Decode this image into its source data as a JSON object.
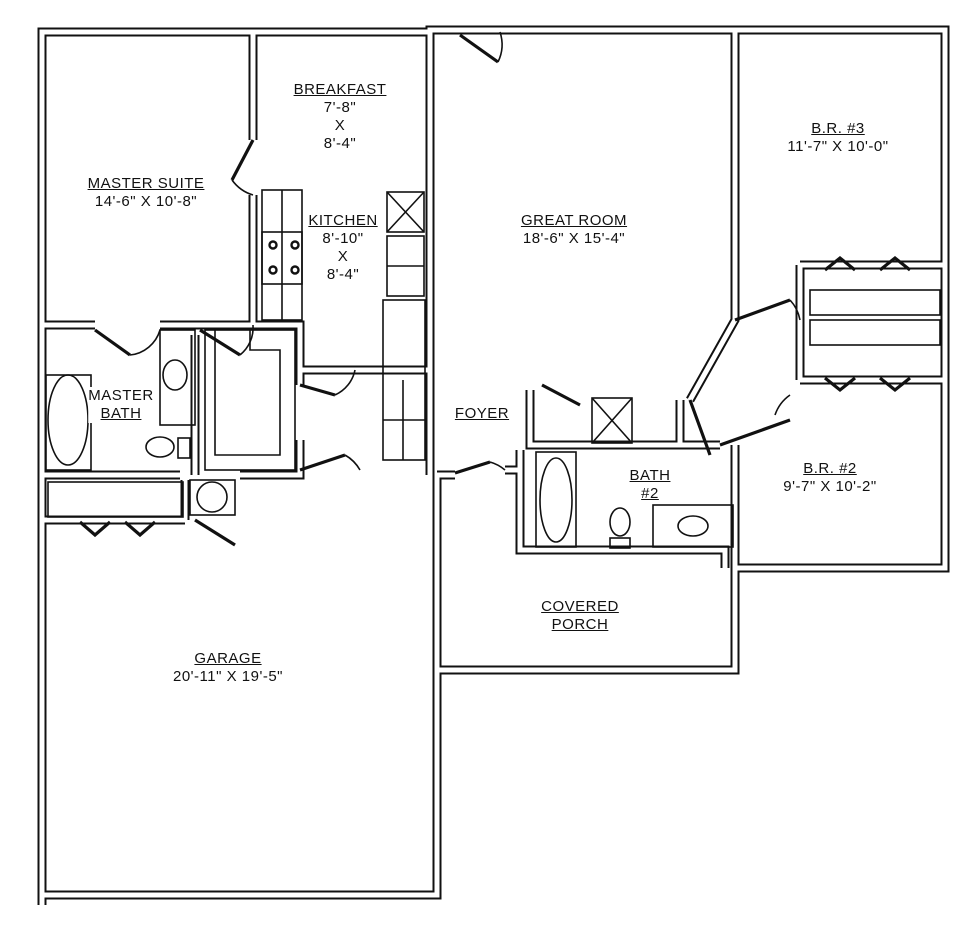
{
  "rooms": {
    "master_suite": {
      "name": "MASTER SUITE",
      "dims": "14'-6\" X 10'-8\""
    },
    "breakfast": {
      "name": "BREAKFAST",
      "dim1": "7'-8\"",
      "x": "X",
      "dim2": "8'-4\""
    },
    "kitchen": {
      "name": "KITCHEN",
      "dim1": "8'-10\"",
      "x": "X",
      "dim2": "8'-4\""
    },
    "great_room": {
      "name": "GREAT ROOM",
      "dims": "18'-6\" X 15'-4\""
    },
    "br3": {
      "name": "B.R. #3",
      "dims": "11'-7\" X 10'-0\""
    },
    "master_bath": {
      "name1": "MASTER",
      "name2": "BATH"
    },
    "foyer": {
      "name": "FOYER"
    },
    "bath2": {
      "name1": "BATH",
      "name2": "#2"
    },
    "br2": {
      "name": "B.R. #2",
      "dims": "9'-7\" X 10'-2\""
    },
    "porch": {
      "name1": "COVERED",
      "name2": "PORCH"
    },
    "garage": {
      "name": "GARAGE",
      "dims": "20'-11\" X 19'-5\""
    }
  }
}
